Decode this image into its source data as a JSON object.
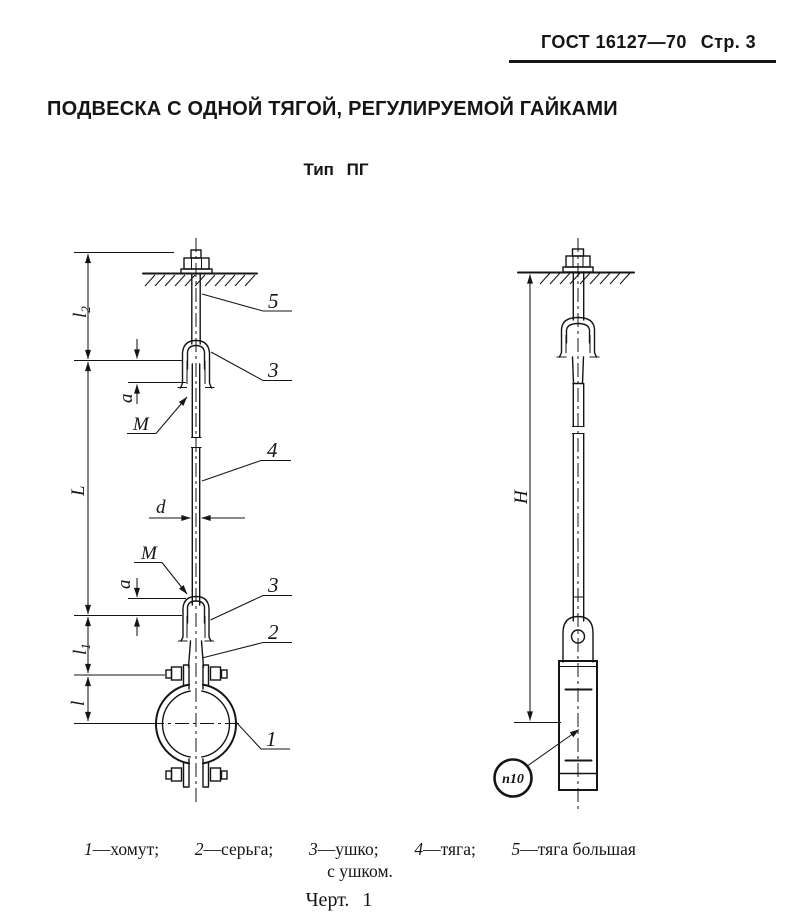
{
  "header": {
    "standard": "ГОСТ 16127—70",
    "page": "Стр. 3"
  },
  "title": "ПОДВЕСКА С ОДНОЙ ТЯГОЙ, РЕГУЛИРУЕМОЙ ГАЙКАМИ",
  "subtitle": "Тип ПГ",
  "drawing": {
    "parts": {
      "clamp": "1",
      "shackle": "2",
      "eye": "3",
      "rod": "4",
      "big_rod": "5"
    },
    "dims": {
      "l2_base": "l",
      "l2_sub": "2",
      "length": "L",
      "l1_base": "l",
      "l1_sub": "1",
      "l_small": "l",
      "a": "a",
      "d": "d",
      "height": "H",
      "thread": "M",
      "callout": "п10"
    }
  },
  "legend": {
    "items": [
      {
        "num": "1",
        "name": "—хомут;"
      },
      {
        "num": "2",
        "name": "—серьга;"
      },
      {
        "num": "3",
        "name": "—ушко;"
      },
      {
        "num": "4",
        "name": "—тяга;"
      },
      {
        "num": "5",
        "name": "—тяга большая"
      }
    ],
    "continuation": "с ушком."
  },
  "caption": "Черт. 1",
  "colors": {
    "ink": "#151515",
    "paper": "#ffffff"
  }
}
